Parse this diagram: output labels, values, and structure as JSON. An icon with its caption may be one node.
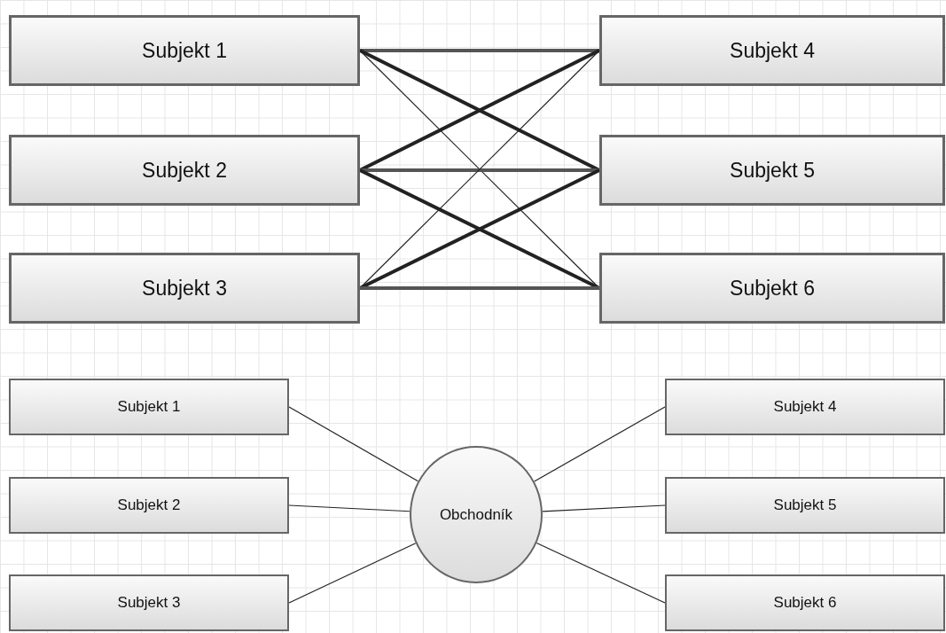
{
  "diagram": {
    "nodes": [
      {
        "text": [
          "Subjekt 1"
        ]
      },
      {
        "text": [
          "Subjekt 4"
        ]
      },
      {
        "text": [
          "Subjekt 2"
        ]
      },
      {
        "text": [
          "Subjekt 5"
        ]
      },
      {
        "text": [
          "Subjekt 3"
        ]
      },
      {
        "text": [
          "Subjekt 6"
        ]
      },
      {
        "text": [
          "Subjekt 1"
        ]
      },
      {
        "text": [
          "Subjekt 4"
        ]
      },
      {
        "text": [
          "Subjekt 2"
        ]
      },
      {
        "text": [
          "Obchodník"
        ]
      },
      {
        "text": [
          "Subjekt 5"
        ]
      },
      {
        "text": [
          "Subjekt 3"
        ]
      },
      {
        "text": [
          "Subjekt 6"
        ]
      }
    ],
    "edges": [
      {
        "from": 0,
        "to": 1,
        "arrow": "none",
        "style": "thick",
        "color": "#555555"
      },
      {
        "from": 0,
        "to": 3,
        "arrow": "none",
        "style": "thick"
      },
      {
        "from": 0,
        "to": 5,
        "arrow": "none"
      },
      {
        "from": 2,
        "to": 1,
        "arrow": "none",
        "style": "thick"
      },
      {
        "from": 2,
        "to": 3,
        "arrow": "none",
        "style": "thick",
        "color": "#555555"
      },
      {
        "from": 2,
        "to": 5,
        "arrow": "none",
        "style": "thick"
      },
      {
        "from": 4,
        "to": 1,
        "arrow": "none"
      },
      {
        "from": 4,
        "to": 3,
        "arrow": "none",
        "style": "thick"
      },
      {
        "from": 4,
        "to": 5,
        "arrow": "none",
        "style": "thick",
        "color": "#555555"
      },
      {
        "from": 6,
        "to": 9,
        "arrow": "none"
      },
      {
        "from": 8,
        "to": 9,
        "arrow": "none"
      },
      {
        "from": 11,
        "to": 9,
        "arrow": "none"
      },
      {
        "from": 9,
        "to": 7,
        "arrow": "none"
      },
      {
        "from": 9,
        "to": 10,
        "arrow": "none"
      },
      {
        "from": 9,
        "to": 12,
        "arrow": "none"
      }
    ]
  }
}
